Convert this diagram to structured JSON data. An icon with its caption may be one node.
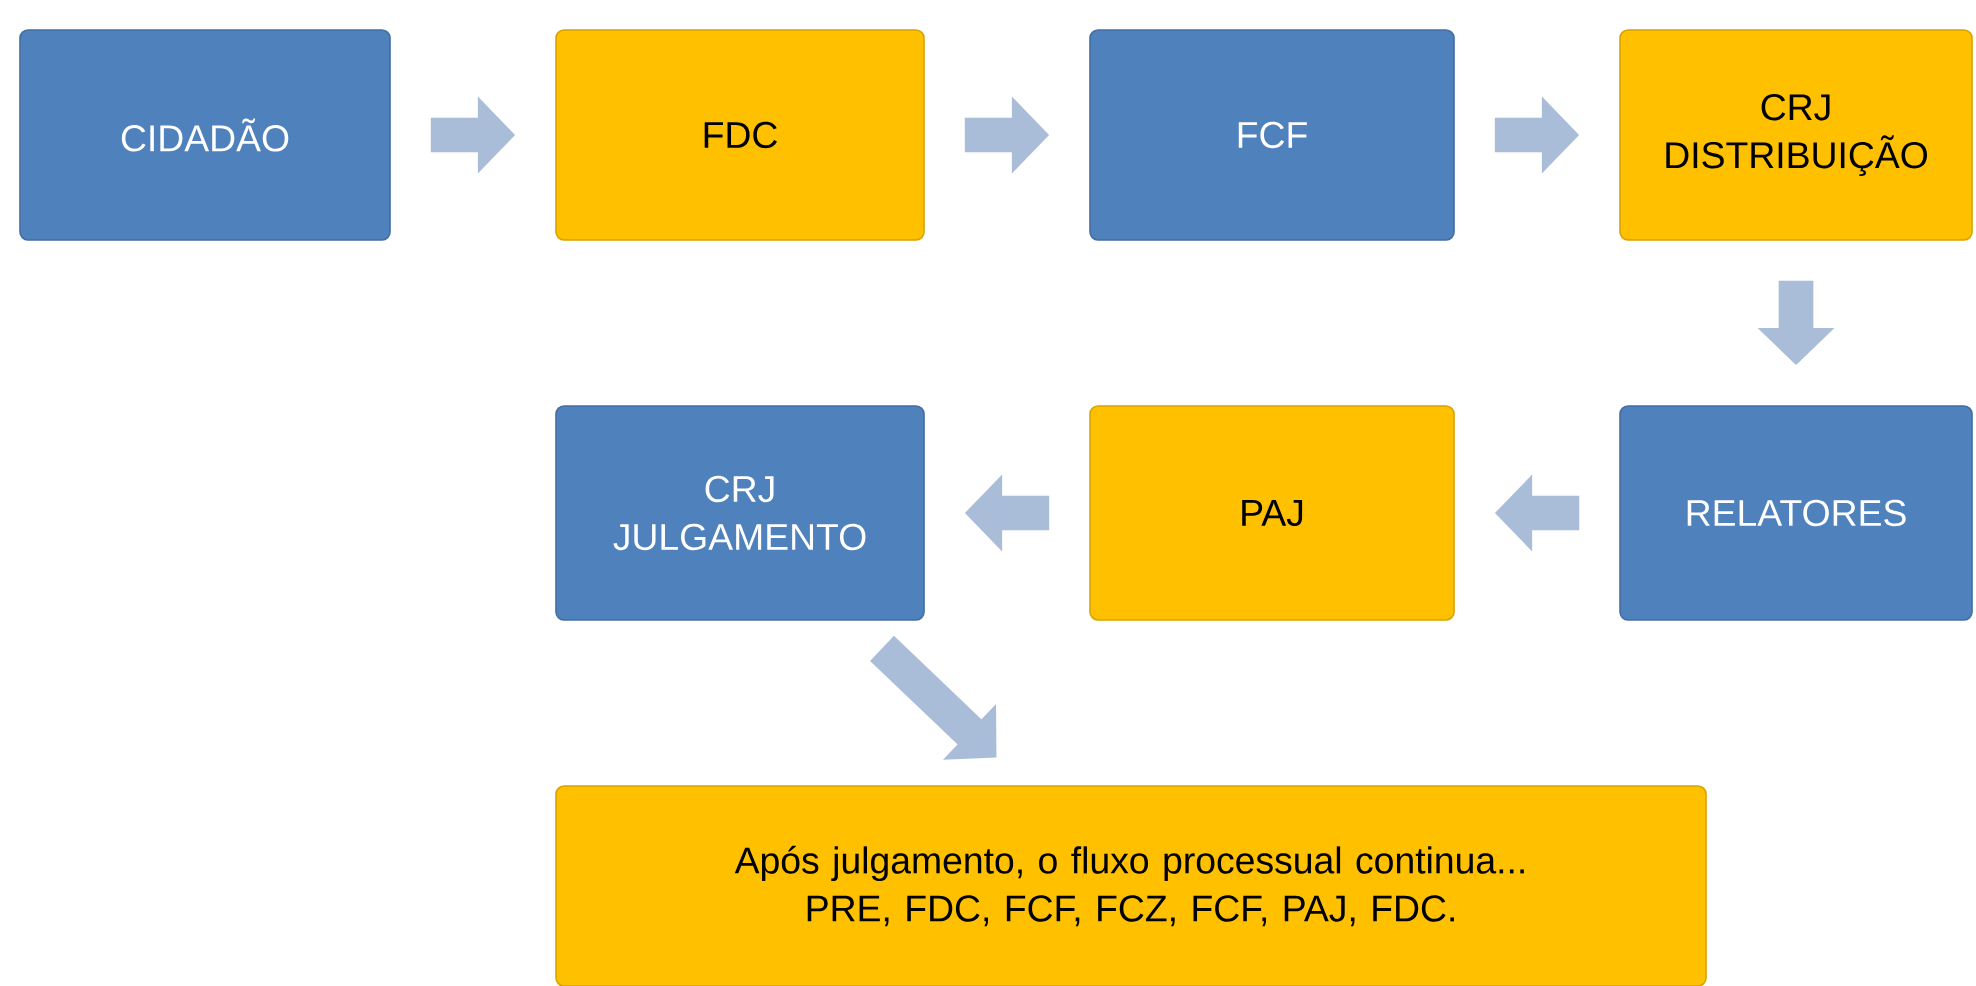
{
  "diagram": {
    "nodes": [
      {
        "text": [
          "CIDADÃO"
        ]
      },
      {
        "text": [
          "FDC"
        ]
      },
      {
        "text": [
          "FCF"
        ]
      },
      {
        "text": [
          "CRJ DISTRIBUIÇÃO"
        ]
      },
      {
        "text": [
          "RELATORES"
        ]
      },
      {
        "text": [
          "PAJ"
        ]
      },
      {
        "text": [
          "CRJ JULGAMENTO"
        ]
      },
      {
        "text": [
          "Após julgamento, o fluxo processual continua... PRE, FDC, FCF, FCZ, FCF, PAJ, FDC."
        ]
      }
    ],
    "edges": [
      {
        "from": 0,
        "to": 1,
        "arrow": "to"
      },
      {
        "from": 1,
        "to": 2,
        "arrow": "to"
      },
      {
        "from": 2,
        "to": 3,
        "arrow": "to"
      },
      {
        "from": 3,
        "to": 4,
        "arrow": "to"
      },
      {
        "from": 4,
        "to": 5,
        "arrow": "to"
      },
      {
        "from": 5,
        "to": 6,
        "arrow": "to"
      },
      {
        "from": 6,
        "to": 7,
        "arrow": "to"
      }
    ]
  }
}
